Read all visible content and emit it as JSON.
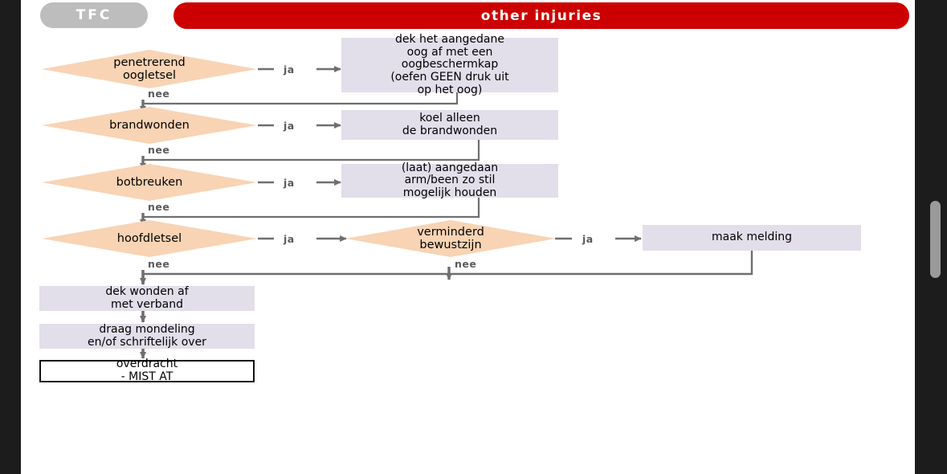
{
  "header": {
    "badge_label": "TFC",
    "banner_title": "other injuries",
    "badge_color": "#bdbdbd",
    "banner_color": "#cc0000"
  },
  "scrollbar": {
    "thumb_color": "#9a9a9a"
  },
  "palette": {
    "decision_fill": "#f8d3b4",
    "action_fill": "#e2deea",
    "terminal_fill": "#ffffff",
    "connector": "#6f6f6f",
    "label_text": "#5a5a5a"
  },
  "flow": {
    "decisions": [
      {
        "id": "d1",
        "label": "penetrerend\noogletsel",
        "yes_label": "ja",
        "no_label": "nee"
      },
      {
        "id": "d2",
        "label": "brandwonden",
        "yes_label": "ja",
        "no_label": "nee"
      },
      {
        "id": "d3",
        "label": "botbreuken",
        "yes_label": "ja",
        "no_label": "nee"
      },
      {
        "id": "d4",
        "label": "hoofdletsel",
        "yes_label": "ja",
        "no_label": "nee"
      },
      {
        "id": "d5",
        "label": "verminderd\nbewustzijn",
        "yes_label": "ja",
        "no_label": "nee"
      }
    ],
    "actions": [
      {
        "id": "a1",
        "label": "dek het aangedane\noog af met een\noogbeschermkap\n(oefen GEEN druk uit\nop het oog)"
      },
      {
        "id": "a2",
        "label": "koel alleen\nde brandwonden"
      },
      {
        "id": "a3",
        "label": "(laat) aangedaan\narm/been zo stil\nmogelijk houden"
      },
      {
        "id": "a4",
        "label": "maak melding"
      },
      {
        "id": "a5",
        "label": "dek wonden af\nmet verband"
      },
      {
        "id": "a6",
        "label": "draag mondeling\nen/of schriftelijk over"
      }
    ],
    "terminal": {
      "id": "t1",
      "label": "overdracht\n- MIST AT"
    }
  }
}
